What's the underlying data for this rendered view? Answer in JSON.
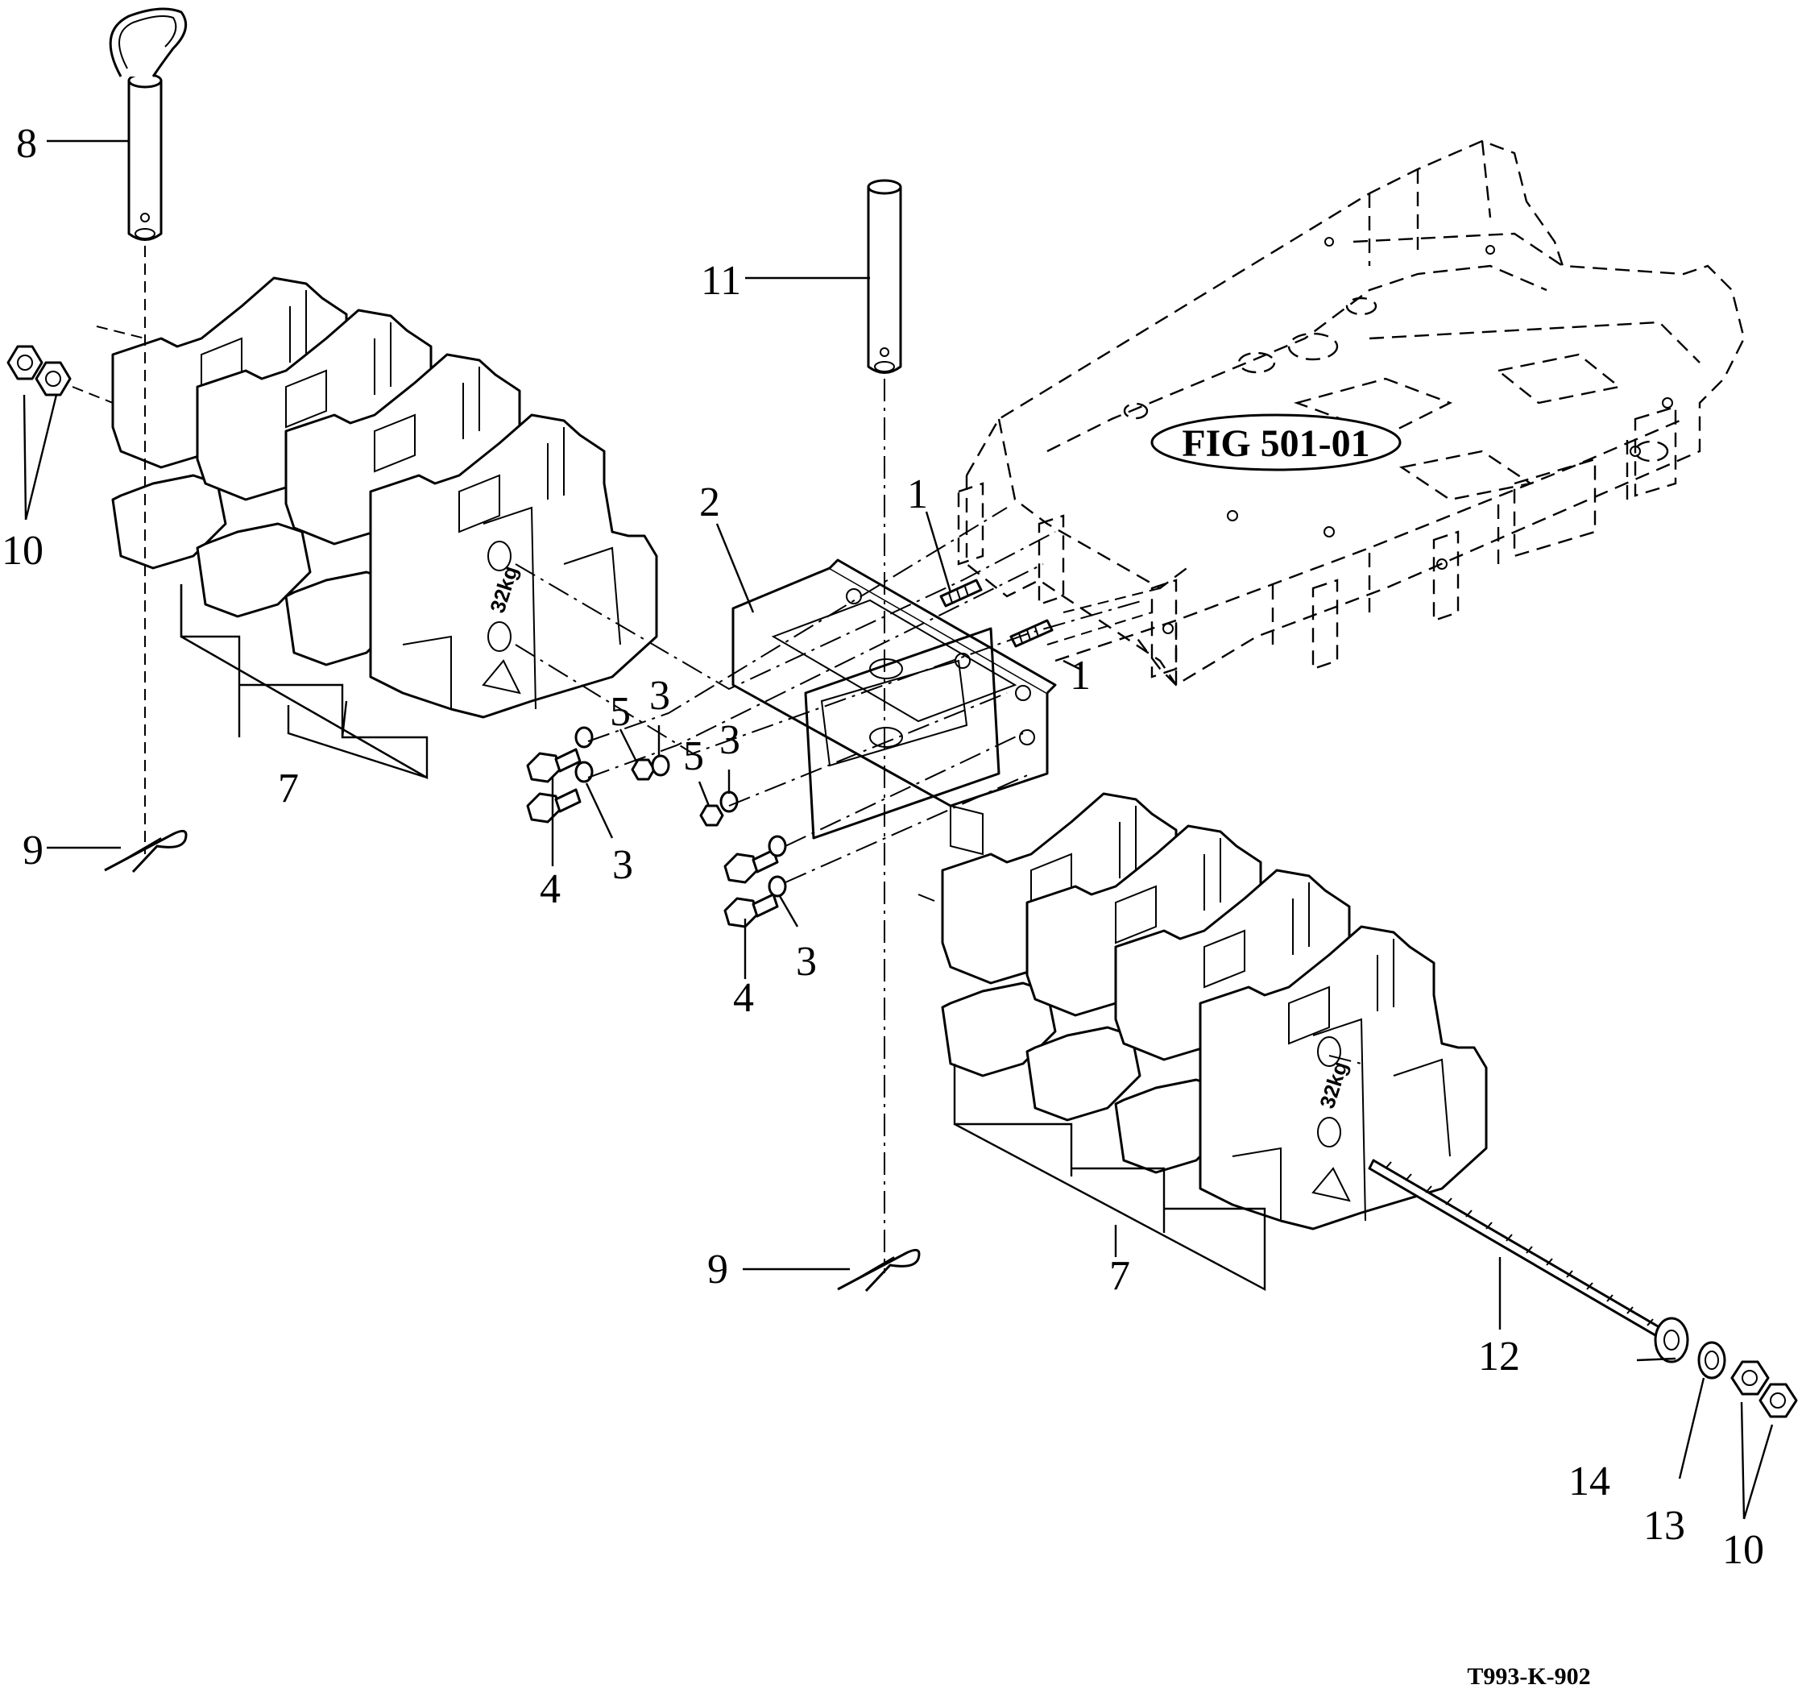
{
  "figure_reference": "FIG 501-01",
  "drawing_code": "T993-K-902",
  "callouts": {
    "c1a": "1",
    "c1b": "1",
    "c2": "2",
    "c3a": "3",
    "c3b": "3",
    "c3c": "3",
    "c3d": "3",
    "c4a": "4",
    "c4b": "4",
    "c5a": "5",
    "c5b": "5",
    "c7a": "7",
    "c7b": "7",
    "c8": "8",
    "c9a": "9",
    "c9b": "9",
    "c10a": "10",
    "c10b": "10",
    "c11": "11",
    "c12": "12",
    "c13": "13",
    "c14": "14"
  },
  "weight_marking": "32kg"
}
